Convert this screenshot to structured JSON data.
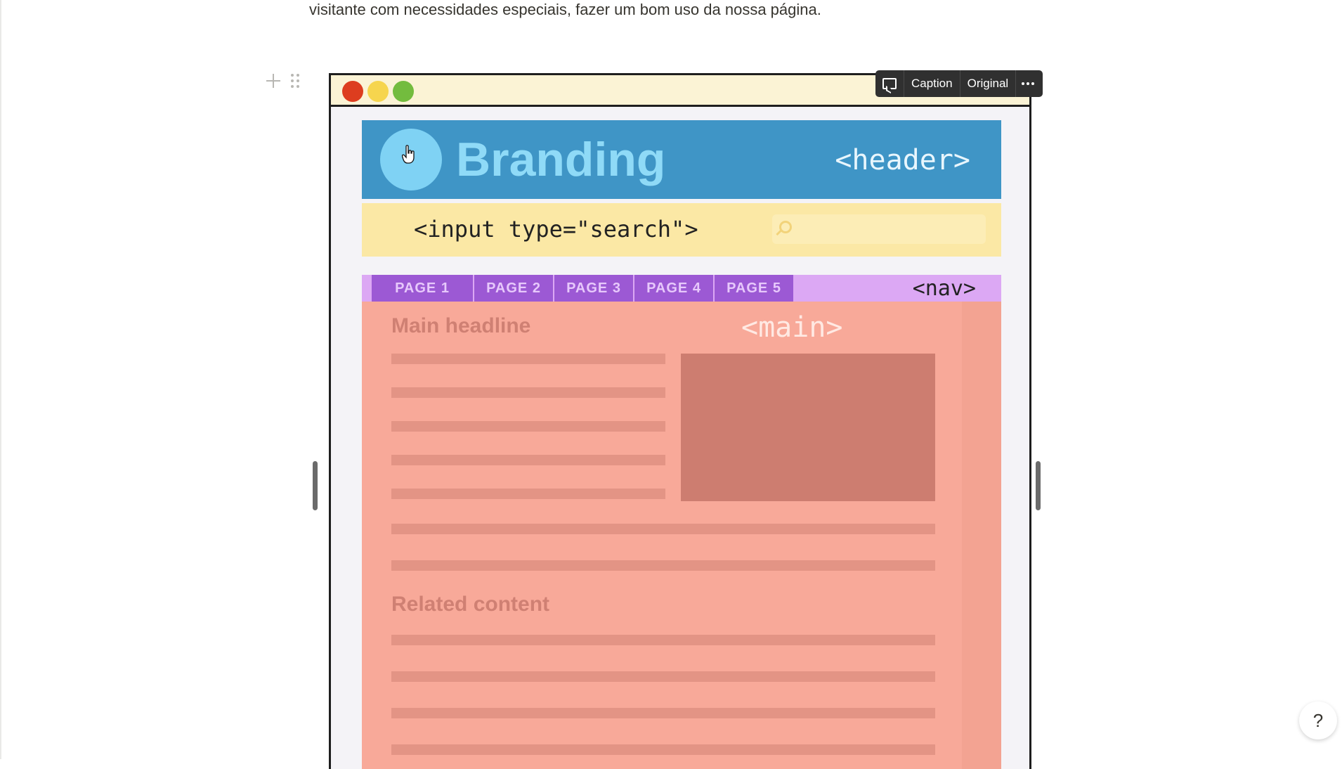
{
  "page": {
    "paragraph": "visitante com necessidades especiais, fazer um bom uso da nossa página."
  },
  "image_toolbar": {
    "comment_icon": "comment-icon",
    "caption_label": "Caption",
    "original_label": "Original",
    "more_icon": "more-horizontal-icon"
  },
  "mockup": {
    "window_dots": [
      "red",
      "yellow",
      "green"
    ],
    "header": {
      "branding": "Branding",
      "tag": "<header>"
    },
    "search": {
      "code": "<input type=\"search\">",
      "icon": "magnifier-icon"
    },
    "nav": {
      "tabs": [
        "PAGE 1",
        "PAGE 2",
        "PAGE 3",
        "PAGE 4",
        "PAGE 5"
      ],
      "tag": "<nav>"
    },
    "main": {
      "headline": "Main headline",
      "tag": "<main>",
      "related": "Related content"
    },
    "colors": {
      "header": "#3f95c6",
      "search": "#fbe8a5",
      "nav": "#9c59d4",
      "main": "#f8a999"
    }
  },
  "help": {
    "label": "?"
  }
}
